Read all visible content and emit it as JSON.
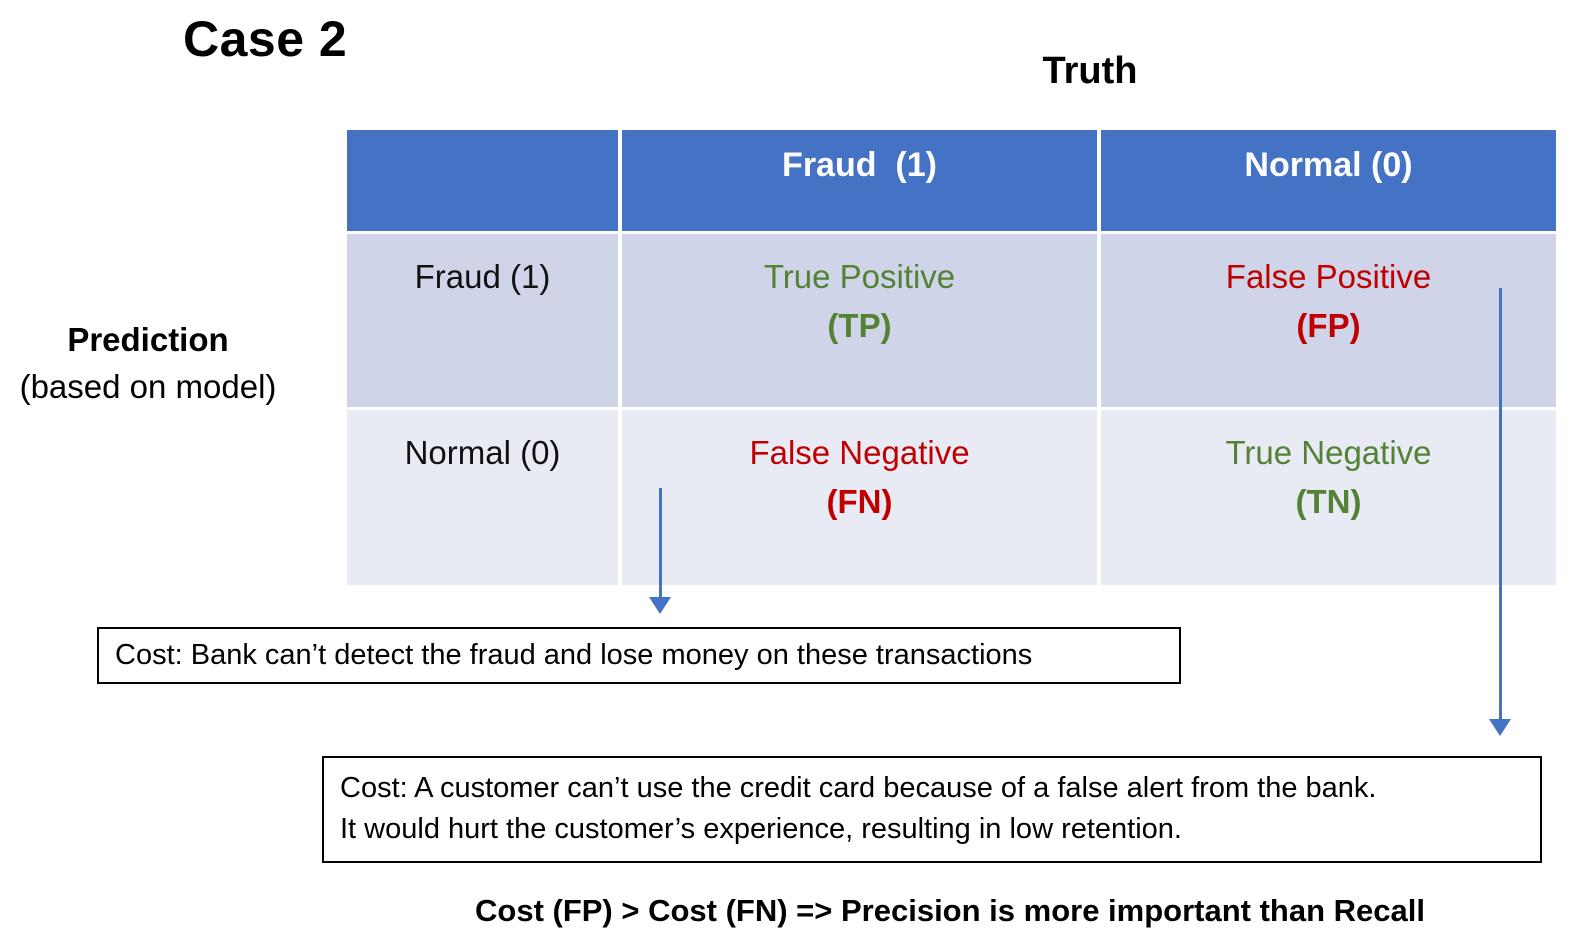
{
  "title": "Case 2",
  "axes": {
    "truth": "Truth",
    "prediction_line1": "Prediction",
    "prediction_line2": "(based on model)"
  },
  "matrix": {
    "col_headers": [
      "Fraud  (1)",
      "Normal (0)"
    ],
    "rows": [
      {
        "label": "Fraud (1)",
        "cells": [
          {
            "name": "True Positive",
            "abbr": "(TP)",
            "color": "#548235"
          },
          {
            "name": "False Positive",
            "abbr": "(FP)",
            "color": "#C00000"
          }
        ]
      },
      {
        "label": "Normal (0)",
        "cells": [
          {
            "name": "False Negative",
            "abbr": "(FN)",
            "color": "#C00000"
          },
          {
            "name": "True Negative",
            "abbr": "(TN)",
            "color": "#548235"
          }
        ]
      }
    ]
  },
  "callouts": {
    "fn_cost": "Cost: Bank can’t detect the fraud and lose money on these transactions",
    "fp_cost_line1": "Cost: A customer can’t use the credit card because of a false alert from the bank.",
    "fp_cost_line2": "It would hurt the customer’s experience, resulting in low retention."
  },
  "conclusion": "Cost (FP) > Cost (FN) => Precision is more important than Recall",
  "colors": {
    "header_bg": "#4472C4",
    "row1_bg": "#CFD4E8",
    "row2_bg": "#E9EBF4",
    "good_text": "#548235",
    "bad_text": "#C00000",
    "arrow": "#4472C4"
  }
}
